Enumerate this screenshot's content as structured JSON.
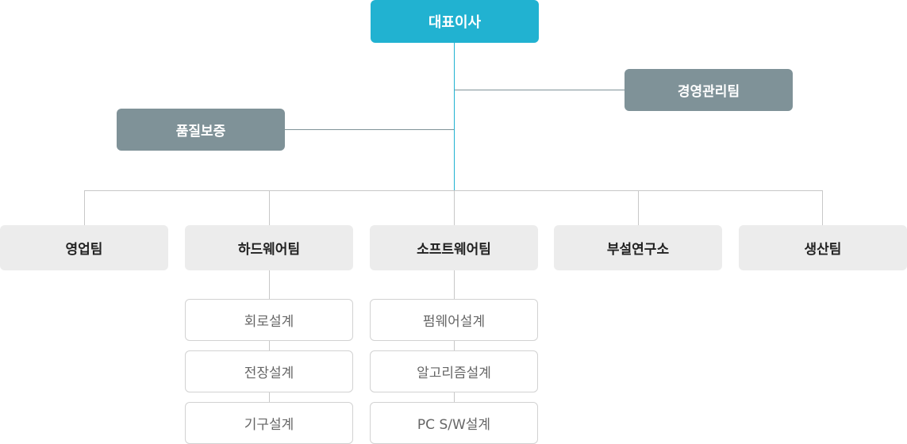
{
  "ceo": {
    "label": "대표이사"
  },
  "management": {
    "label": "경영관리팀"
  },
  "quality": {
    "label": "품질보증"
  },
  "departments": [
    {
      "label": "영업팀"
    },
    {
      "label": "하드웨어팀"
    },
    {
      "label": "소프트웨어팀"
    },
    {
      "label": "부설연구소"
    },
    {
      "label": "생산팀"
    }
  ],
  "hardware_subteams": [
    {
      "label": "회로설계"
    },
    {
      "label": "전장설계"
    },
    {
      "label": "기구설계"
    }
  ],
  "software_subteams": [
    {
      "label": "펌웨어설계"
    },
    {
      "label": "알고리즘설계"
    },
    {
      "label": "PC S/W설계"
    }
  ],
  "colors": {
    "ceo": "#21b2d1",
    "staff": "#7f9298",
    "department": "#ececec",
    "subteam_border": "#d2d2d2",
    "connector": "#c8c8c8"
  }
}
